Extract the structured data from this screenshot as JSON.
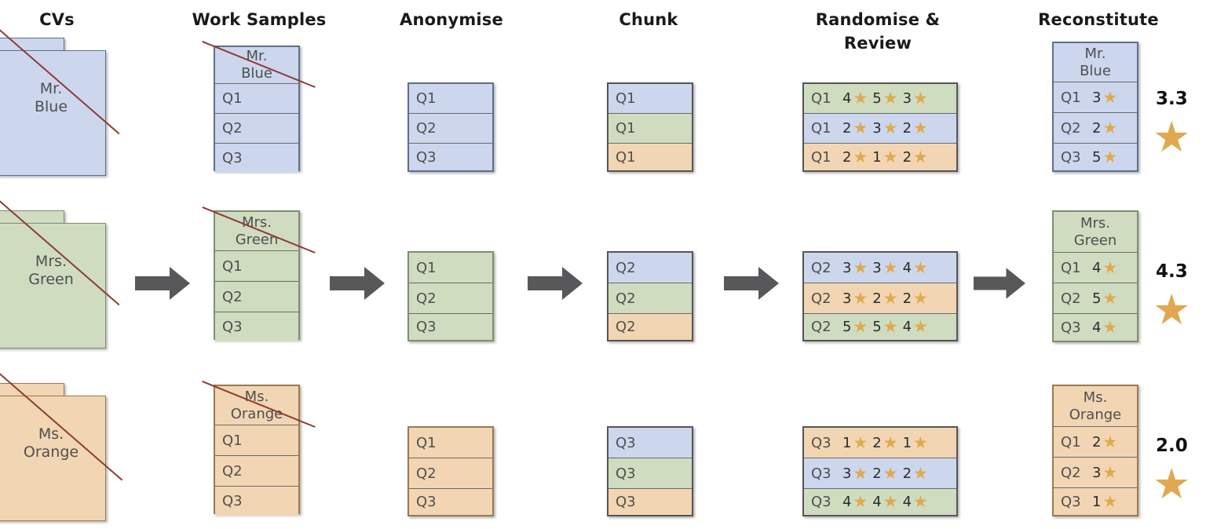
{
  "headers": [
    {
      "id": "cvs",
      "label": "CVs"
    },
    {
      "id": "work-samples",
      "label": "Work Samples"
    },
    {
      "id": "anonymise",
      "label": "Anonymise"
    },
    {
      "id": "chunk",
      "label": "Chunk"
    },
    {
      "id": "randomise-review",
      "label": "Randomise & Review"
    },
    {
      "id": "reconstitute",
      "label": "Reconstitute"
    }
  ],
  "colors": {
    "blue_fill": "#ccd7ee",
    "green_fill": "#cfdcc0",
    "orange_fill": "#f2d6b3",
    "star": "#e0a94f",
    "strike": "#8d3b33",
    "arrow": "#58585a",
    "border": "#6a6a6a"
  },
  "icons": {
    "star": "star-icon",
    "arrow": "right-arrow-icon",
    "strike": "diagonal-strike-icon"
  },
  "candidates": [
    {
      "id": "blue",
      "name_line1": "Mr.",
      "name_line2": "Blue",
      "color": "blue"
    },
    {
      "id": "green",
      "name_line1": "Mrs.",
      "name_line2": "Green",
      "color": "green"
    },
    {
      "id": "orange",
      "name_line1": "Ms.",
      "name_line2": "Orange",
      "color": "orange"
    }
  ],
  "cvs": [
    {
      "name_line1": "Mr.",
      "name_line2": "Blue",
      "color": "blue"
    },
    {
      "name_line1": "Mrs.",
      "name_line2": "Green",
      "color": "green"
    },
    {
      "name_line1": "Ms.",
      "name_line2": "Orange",
      "color": "orange"
    }
  ],
  "work_samples": [
    {
      "name_line1": "Mr.",
      "name_line2": "Blue",
      "color": "blue",
      "questions": [
        "Q1",
        "Q2",
        "Q3"
      ]
    },
    {
      "name_line1": "Mrs.",
      "name_line2": "Green",
      "color": "green",
      "questions": [
        "Q1",
        "Q2",
        "Q3"
      ]
    },
    {
      "name_line1": "Ms.",
      "name_line2": "Orange",
      "color": "orange",
      "questions": [
        "Q1",
        "Q2",
        "Q3"
      ]
    }
  ],
  "anonymise": [
    {
      "color": "blue",
      "questions": [
        "Q1",
        "Q2",
        "Q3"
      ]
    },
    {
      "color": "green",
      "questions": [
        "Q1",
        "Q2",
        "Q3"
      ]
    },
    {
      "color": "orange",
      "questions": [
        "Q1",
        "Q2",
        "Q3"
      ]
    }
  ],
  "chunk": [
    {
      "rows": [
        {
          "label": "Q1",
          "color": "blue"
        },
        {
          "label": "Q1",
          "color": "green"
        },
        {
          "label": "Q1",
          "color": "orange"
        }
      ]
    },
    {
      "rows": [
        {
          "label": "Q2",
          "color": "blue"
        },
        {
          "label": "Q2",
          "color": "green"
        },
        {
          "label": "Q2",
          "color": "orange"
        }
      ]
    },
    {
      "rows": [
        {
          "label": "Q3",
          "color": "blue"
        },
        {
          "label": "Q3",
          "color": "green"
        },
        {
          "label": "Q3",
          "color": "orange"
        }
      ]
    }
  ],
  "randomise_review": [
    {
      "rows": [
        {
          "label": "Q1",
          "color": "green",
          "scores": [
            4,
            5,
            3
          ]
        },
        {
          "label": "Q1",
          "color": "blue",
          "scores": [
            2,
            3,
            2
          ]
        },
        {
          "label": "Q1",
          "color": "orange",
          "scores": [
            2,
            1,
            2
          ]
        }
      ]
    },
    {
      "rows": [
        {
          "label": "Q2",
          "color": "blue",
          "scores": [
            3,
            3,
            4
          ]
        },
        {
          "label": "Q2",
          "color": "orange",
          "scores": [
            3,
            2,
            2
          ]
        },
        {
          "label": "Q2",
          "color": "green",
          "scores": [
            5,
            5,
            4
          ]
        }
      ]
    },
    {
      "rows": [
        {
          "label": "Q3",
          "color": "orange",
          "scores": [
            1,
            2,
            1
          ]
        },
        {
          "label": "Q3",
          "color": "blue",
          "scores": [
            3,
            2,
            2
          ]
        },
        {
          "label": "Q3",
          "color": "green",
          "scores": [
            4,
            4,
            4
          ]
        }
      ]
    }
  ],
  "reconstitute": [
    {
      "name_line1": "Mr.",
      "name_line2": "Blue",
      "color": "blue",
      "rows": [
        {
          "label": "Q1",
          "score": 3
        },
        {
          "label": "Q2",
          "score": 2
        },
        {
          "label": "Q3",
          "score": 5
        }
      ],
      "average": "3.3"
    },
    {
      "name_line1": "Mrs.",
      "name_line2": "Green",
      "color": "green",
      "rows": [
        {
          "label": "Q1",
          "score": 4
        },
        {
          "label": "Q2",
          "score": 5
        },
        {
          "label": "Q3",
          "score": 4
        }
      ],
      "average": "4.3"
    },
    {
      "name_line1": "Ms.",
      "name_line2": "Orange",
      "color": "orange",
      "rows": [
        {
          "label": "Q1",
          "score": 2
        },
        {
          "label": "Q2",
          "score": 3
        },
        {
          "label": "Q3",
          "score": 1
        }
      ],
      "average": "2.0"
    }
  ]
}
